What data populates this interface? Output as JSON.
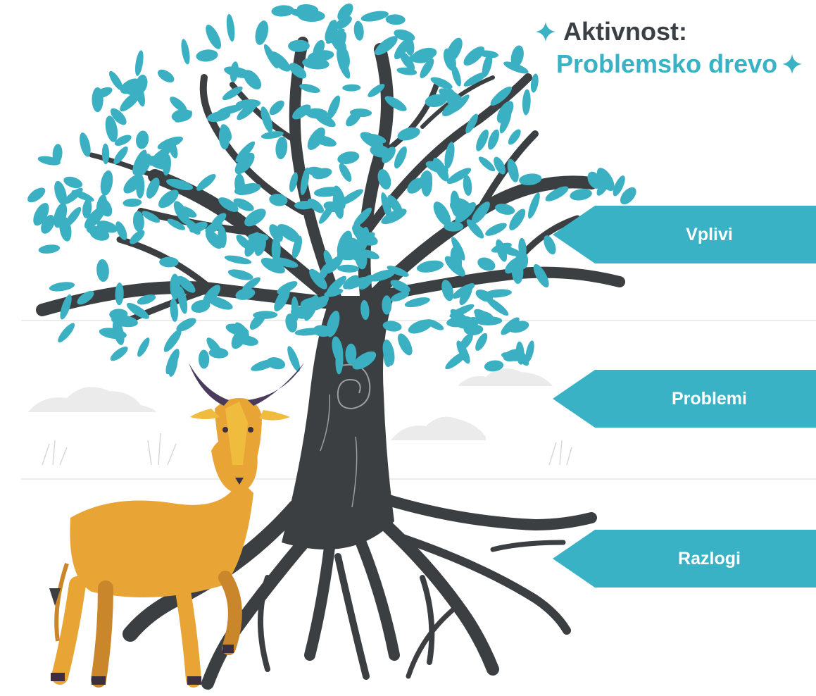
{
  "title": {
    "line1": "Aktivnost:",
    "line2": "Problemsko drevo"
  },
  "labels": [
    {
      "text": "Vplivi"
    },
    {
      "text": "Problemi"
    },
    {
      "text": "Razlogi"
    }
  ],
  "colors": {
    "accent": "#38b2c4",
    "leaf": "#3ab0c2",
    "trunk": "#3b3f41",
    "title_dark": "#3a4044",
    "deer_body": "#e8a535",
    "deer_shadow": "#c9862a",
    "horns": "#4a3a5c",
    "ground_decor": "#e8e8e8"
  },
  "icons": [
    "sparkle-icon",
    "tree-illustration",
    "deer-illustration"
  ]
}
